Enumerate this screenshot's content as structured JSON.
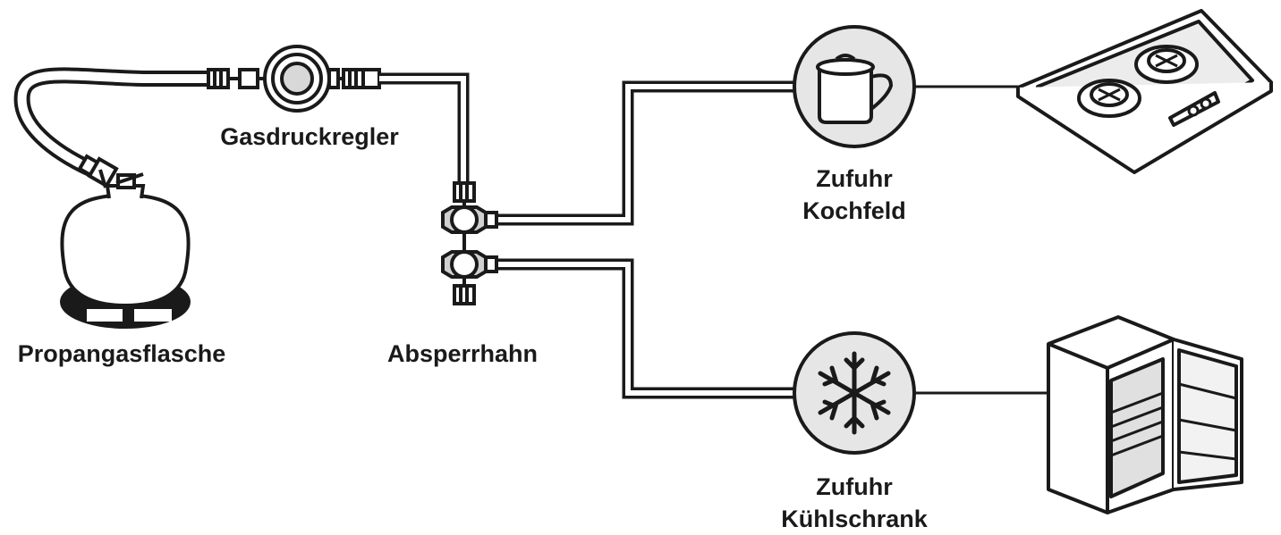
{
  "labels": {
    "cylinder": "Propangasflasche",
    "regulator": "Gasdruckregler",
    "valve": "Absperrhahn",
    "hob_line1": "Zufuhr",
    "hob_line2": "Kochfeld",
    "fridge_line1": "Zufuhr",
    "fridge_line2": "Kühlschrank"
  },
  "icons": {
    "hob_circle": "cooking-pot-icon",
    "fridge_circle": "snowflake-icon"
  },
  "colors": {
    "stroke": "#1a1a1a",
    "icon_fill": "#e6e6e6",
    "appliance_fill": "#f2f2f2"
  }
}
